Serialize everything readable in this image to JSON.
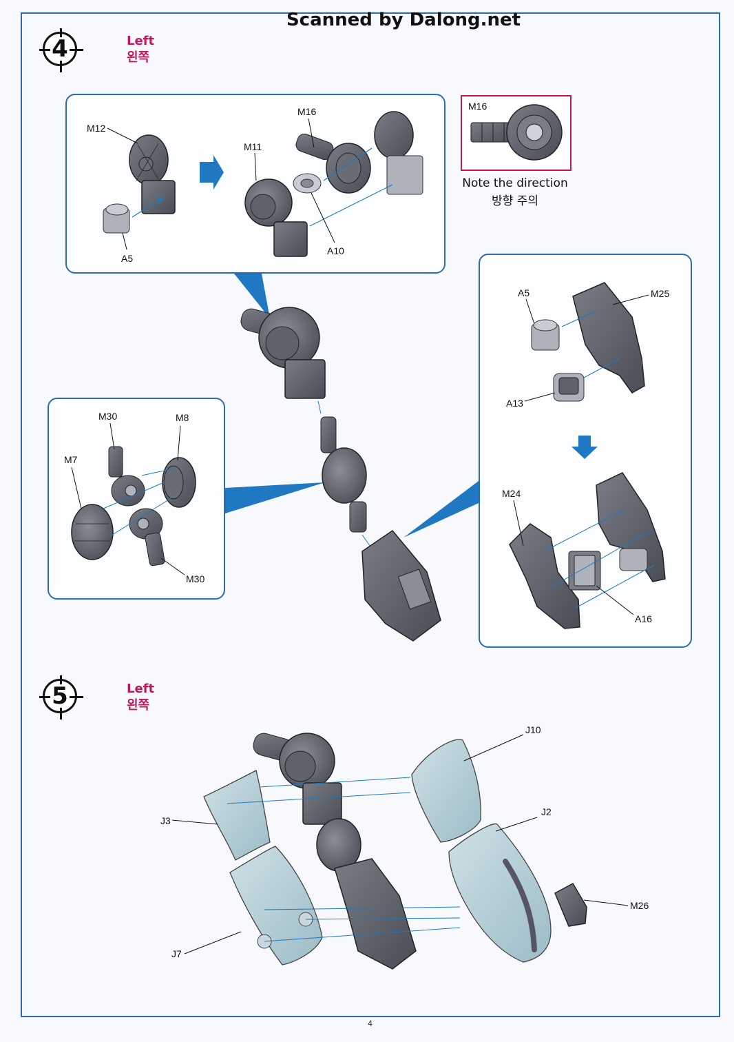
{
  "header": {
    "scan_credit": "Scanned by Dalong.net"
  },
  "colors": {
    "frame_blue": "#2b6cb0",
    "accent_magenta": "#c2185b",
    "arrow_blue": "#1f78c1",
    "part_dark": "#5a5d66",
    "part_light": "#aeb2ba",
    "armor_fill": "#b6cfd8"
  },
  "steps": [
    {
      "number": "4",
      "side_en": "Left",
      "side_ko": "왼쪽"
    },
    {
      "number": "5",
      "side_en": "Left",
      "side_ko": "왼쪽"
    }
  ],
  "step4": {
    "top_panel": {
      "parts": [
        "M12",
        "A5",
        "M16",
        "M11",
        "A10"
      ]
    },
    "note": {
      "part": "M16",
      "text_en": "Note the direction",
      "text_ko": "방향 주의"
    },
    "left_panel": {
      "parts": [
        "M30",
        "M8",
        "M7",
        "M30"
      ]
    },
    "right_panel": {
      "parts": [
        "A5",
        "M25",
        "A13",
        "M24",
        "A16"
      ]
    }
  },
  "step5": {
    "parts": [
      "J10",
      "J2",
      "J3",
      "M26",
      "J7"
    ]
  },
  "footer": {
    "page_number": "4"
  }
}
